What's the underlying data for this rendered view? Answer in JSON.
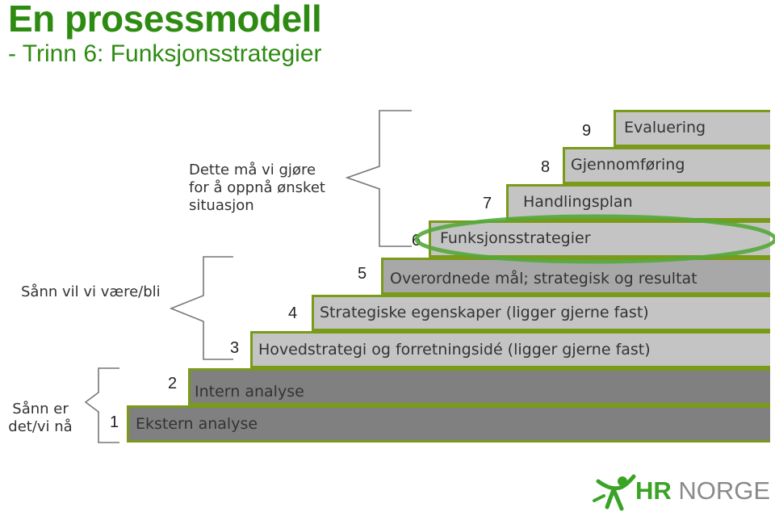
{
  "title": "En prosessmodell",
  "subtitle": "- Trinn 6: Funksjonsstrategier",
  "steps": [
    {
      "num": "1",
      "label": "Ekstern analyse"
    },
    {
      "num": "2",
      "label": "Intern analyse"
    },
    {
      "num": "3",
      "label": "Hovedstrategi og forretningsidé (ligger gjerne fast)"
    },
    {
      "num": "4",
      "label": "Strategiske egenskaper (ligger gjerne fast)"
    },
    {
      "num": "5",
      "label": "Overordnede mål; strategisk og resultat"
    },
    {
      "num": "6",
      "label": "Funksjonsstrategier"
    },
    {
      "num": "7",
      "label": "Handlingsplan"
    },
    {
      "num": "8",
      "label": "Gjennomføring"
    },
    {
      "num": "9",
      "label": "Evaluering"
    }
  ],
  "side_labels": {
    "current": "Sånn er det/vi nå",
    "desired": "Sånn vil vi være/bli",
    "action": "Dette må vi gjøre for å oppnå ønsket situasjon"
  },
  "highlighted_step": "6",
  "logo": {
    "part1": "HR",
    "part2": "NORGE"
  },
  "colors": {
    "title": "#2e8b12",
    "border": "#7a9a1a",
    "highlight": "#55a83a"
  }
}
